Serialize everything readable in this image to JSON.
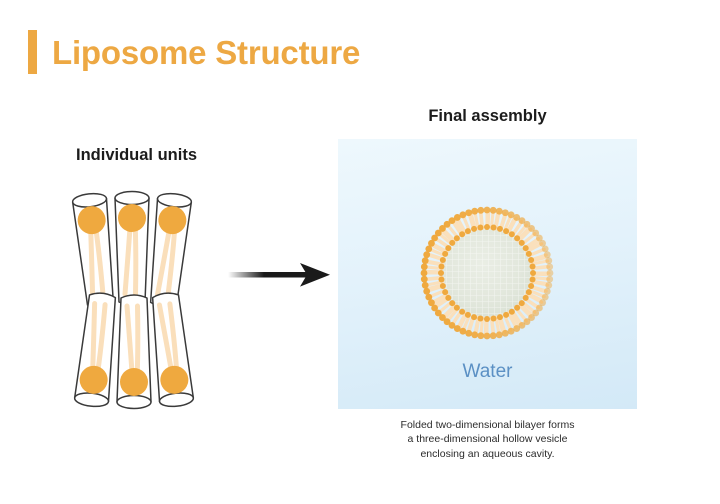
{
  "title": "Liposome Structure",
  "accent_color": "#eda843",
  "sections": {
    "left_heading": "Individual units",
    "right_heading": "Final assembly"
  },
  "water_panel": {
    "label": "Water",
    "label_color": "#5b90c4",
    "background_top_color": "#eef8fd",
    "background_bottom_color": "#d3e9f7"
  },
  "liposome": {
    "head_color": "#efa93f",
    "tail_color": "#fae0bc",
    "core_color": "#e3e8dd",
    "outer_heads_count": 64,
    "inner_heads_count": 44
  },
  "phospholipid_units": {
    "head_color": "#efa93f",
    "tail_color": "#fadfbb",
    "outline_color": "#3a3a3a",
    "top_row_count": 3,
    "bottom_row_count": 3
  },
  "arrow": {
    "direction": "right",
    "color": "#1a1a1a"
  },
  "caption": {
    "line1": "Folded two-dimensional bilayer forms",
    "line2": "a three-dimensional hollow vesicle",
    "line3": "enclosing an aqueous cavity."
  }
}
